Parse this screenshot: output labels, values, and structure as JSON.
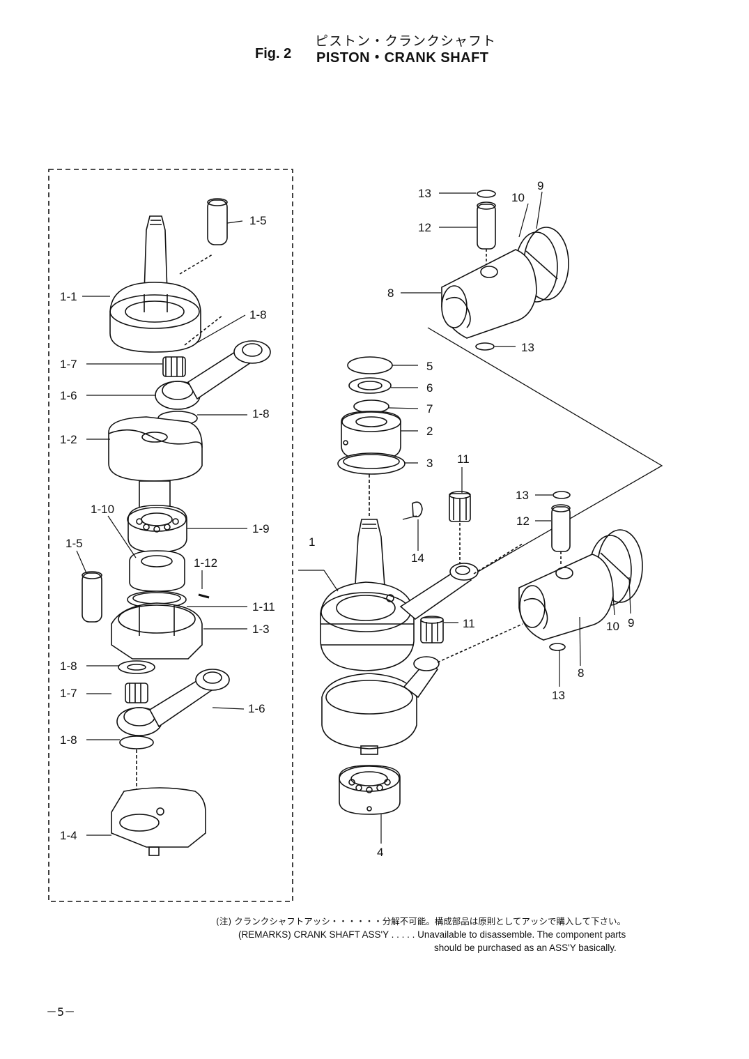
{
  "header": {
    "title_jp": "ピストン・クランクシャフト",
    "fig_label": "Fig. 2",
    "title_en": "PISTON・CRANK SHAFT"
  },
  "callouts": {
    "c_1_5_top": "1-5",
    "c_1_1": "1-1",
    "c_1_8_a": "1-8",
    "c_1_7_a": "1-7",
    "c_1_6_a": "1-6",
    "c_1_8_b": "1-8",
    "c_1_2": "1-2",
    "c_1_10": "1-10",
    "c_1_5_mid": "1-5",
    "c_1_9": "1-9",
    "c_1_12": "1-12",
    "c_1_11": "1-11",
    "c_1_3": "1-3",
    "c_1_8_c": "1-8",
    "c_1_7_b": "1-7",
    "c_1_6_b": "1-6",
    "c_1_8_d": "1-8",
    "c_1_4": "1-4",
    "c_13_a": "13",
    "c_12_a": "12",
    "c_10_a": "10",
    "c_9_a": "9",
    "c_8_a": "8",
    "c_13_b": "13",
    "c_5": "5",
    "c_6": "6",
    "c_7": "7",
    "c_2": "2",
    "c_3": "3",
    "c_11_a": "11",
    "c_13_c": "13",
    "c_12_b": "12",
    "c_1": "1",
    "c_14": "14",
    "c_11_b": "11",
    "c_10_b": "10",
    "c_9_b": "9",
    "c_8_b": "8",
    "c_13_d": "13",
    "c_4": "4"
  },
  "remarks": {
    "line1_jp": "(注) クランクシャフトアッシ・・・・・・分解不可能。構成部品は原則としてアッシで購入して下さい。",
    "line2": "(REMARKS) CRANK SHAFT ASS'Y . . . . . Unavailable to disassemble. The component parts",
    "line3": "should be purchased as an ASS'Y basically."
  },
  "page_number": "－5－"
}
